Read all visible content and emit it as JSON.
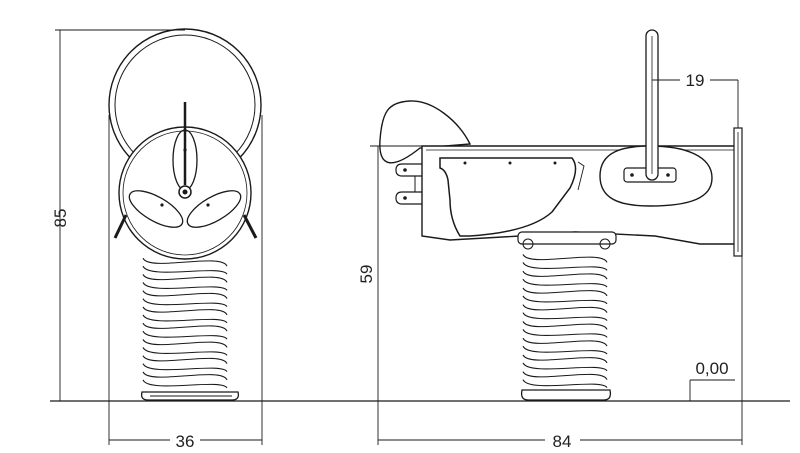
{
  "dimensions": {
    "front_height": "85",
    "front_width": "36",
    "side_height": "59",
    "side_width": "84",
    "handle_offset": "19",
    "ground_level": "0,00"
  }
}
